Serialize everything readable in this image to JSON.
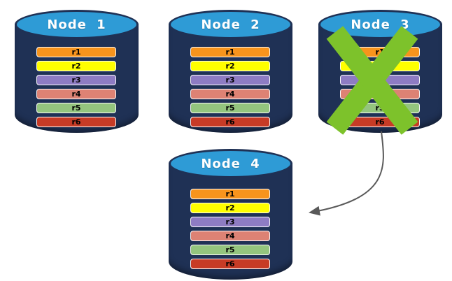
{
  "colors": {
    "background": "#FFFFFF",
    "cylinder_body": "#1F3155",
    "cylinder_top": "#2E9BD6",
    "node_label": "#FFFFFF",
    "replica_label": "#000000",
    "fail_x": "#7DC22B",
    "arrow": "#595959"
  },
  "replicas": [
    {
      "label": "r1",
      "color": "#F7941D"
    },
    {
      "label": "r2",
      "color": "#FFFF00"
    },
    {
      "label": "r3",
      "color": "#8E7CC3"
    },
    {
      "label": "r4",
      "color": "#DD8274"
    },
    {
      "label": "r5",
      "color": "#94C57E"
    },
    {
      "label": "r6",
      "color": "#C73B26"
    }
  ],
  "nodes": [
    {
      "label": "Node 1",
      "failed": false
    },
    {
      "label": "Node 2",
      "failed": false
    },
    {
      "label": "Node 3",
      "failed": true
    },
    {
      "label": "Node 4",
      "failed": false
    }
  ],
  "connector": {
    "from": "Node 3",
    "to": "Node 4",
    "style": "curved-arrow"
  }
}
